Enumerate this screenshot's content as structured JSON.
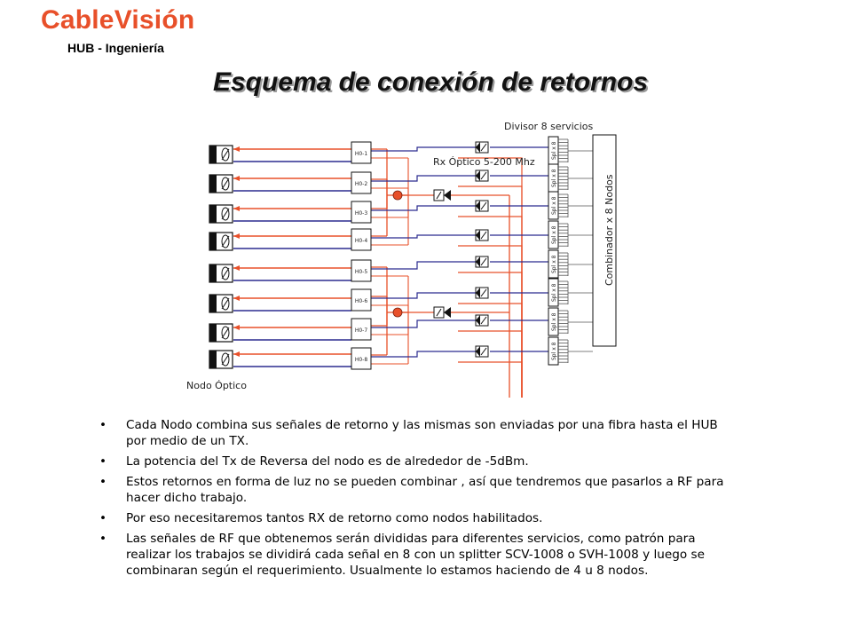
{
  "header": {
    "brand": "CableVisión",
    "subtitle": "HUB - Ingeniería"
  },
  "title": "Esquema de conexión de retornos",
  "diagram": {
    "label_divisor": "Divisor 8 servicios",
    "label_rx": "Rx Óptico 5-200 Mhz",
    "label_combinador": "Combinador x 8 Nodos",
    "label_nodo": "Nodo Óptico",
    "ho_labels": [
      "H0-1",
      "H0-2",
      "H0-3",
      "H0-4",
      "H0-5",
      "H0-6",
      "H0-7",
      "H0-8"
    ],
    "splitter_label": "Spl x 8",
    "colors": {
      "red": "#e8502a",
      "blue": "#2b2b8f",
      "grey": "#555555"
    }
  },
  "bullets": [
    "Cada Nodo combina sus señales de retorno y las mismas son enviadas por una fibra hasta el HUB por medio de un TX.",
    "La potencia del Tx de Reversa del nodo  es de alrededor de -5dBm.",
    "Estos retornos en forma de luz no se pueden combinar , así que tendremos que pasarlos a RF para hacer dicho trabajo.",
    "Por eso necesitaremos tantos RX de retorno como nodos habilitados.",
    "Las señales de RF que obtenemos serán  divididas para diferentes servicios, como patrón para realizar los trabajos se dividirá cada señal en 8 con un splitter SCV-1008 o SVH-1008 y luego se combinaran según el requerimiento. Usualmente lo estamos haciendo de 4 u 8 nodos."
  ]
}
